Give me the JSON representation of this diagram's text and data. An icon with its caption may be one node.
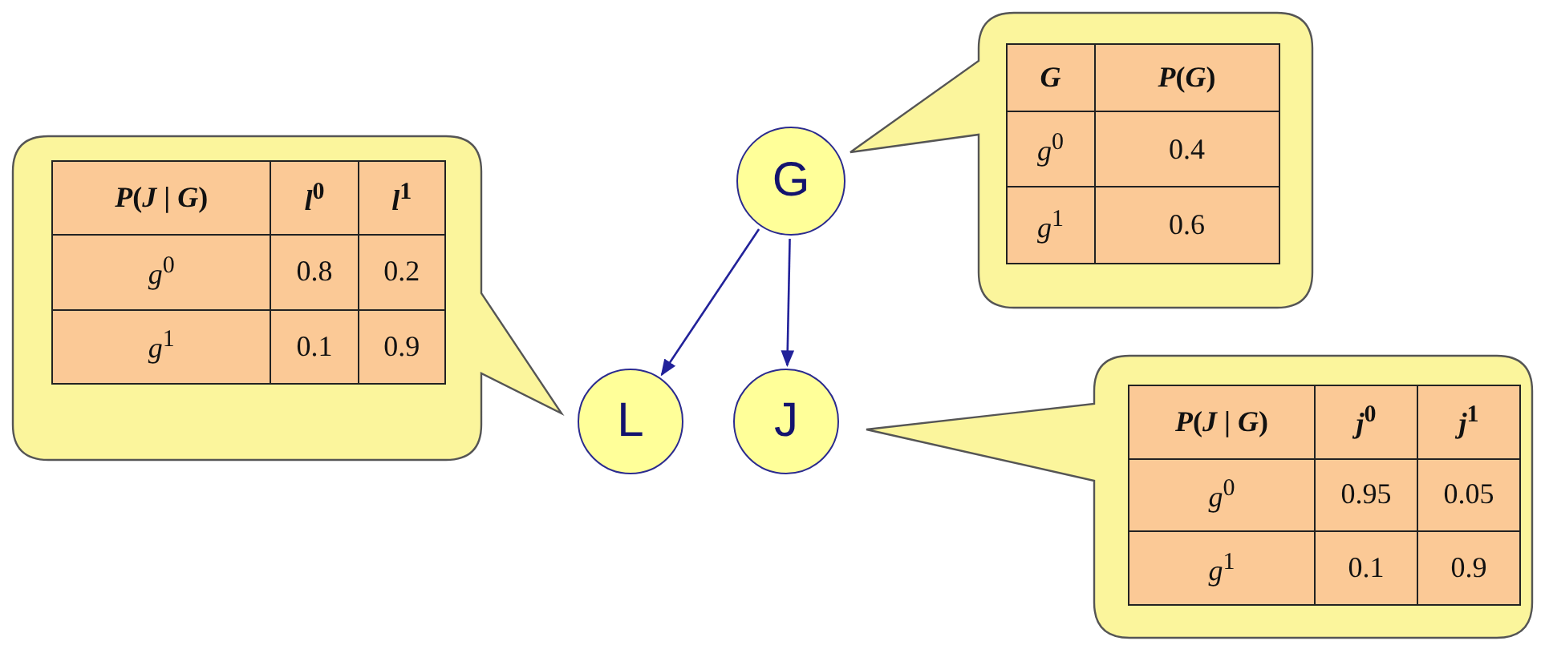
{
  "diagram": {
    "nodes": [
      {
        "text": [
          "G"
        ]
      },
      {
        "text": [
          "L"
        ]
      },
      {
        "text": [
          "J"
        ]
      },
      {
        "text": [
          "*P*(*J* | *G*)",
          "*l*$^{0}$",
          "*l*$^{1}$",
          "*g*$^{0}$",
          "0.8",
          "0.2",
          "*g*$^{1}$",
          "0.1",
          "0.9"
        ]
      },
      {
        "text": [
          "*G*",
          "*P*(*G*)",
          "*g*$^{0}$",
          "0.4",
          "*g*$^{1}$",
          "0.6"
        ]
      },
      {
        "text": [
          "*P*(*J* | *G*)",
          "*j*$^{0}$",
          "*j*$^{1}$",
          "*g*$^{0}$",
          "0.95",
          "0.05",
          "*g*$^{1}$",
          "0.1",
          "0.9"
        ]
      }
    ],
    "edges": [
      {
        "from": 0,
        "to": 1,
        "arrow": "to"
      },
      {
        "from": 0,
        "to": 2,
        "arrow": "to"
      }
    ]
  }
}
